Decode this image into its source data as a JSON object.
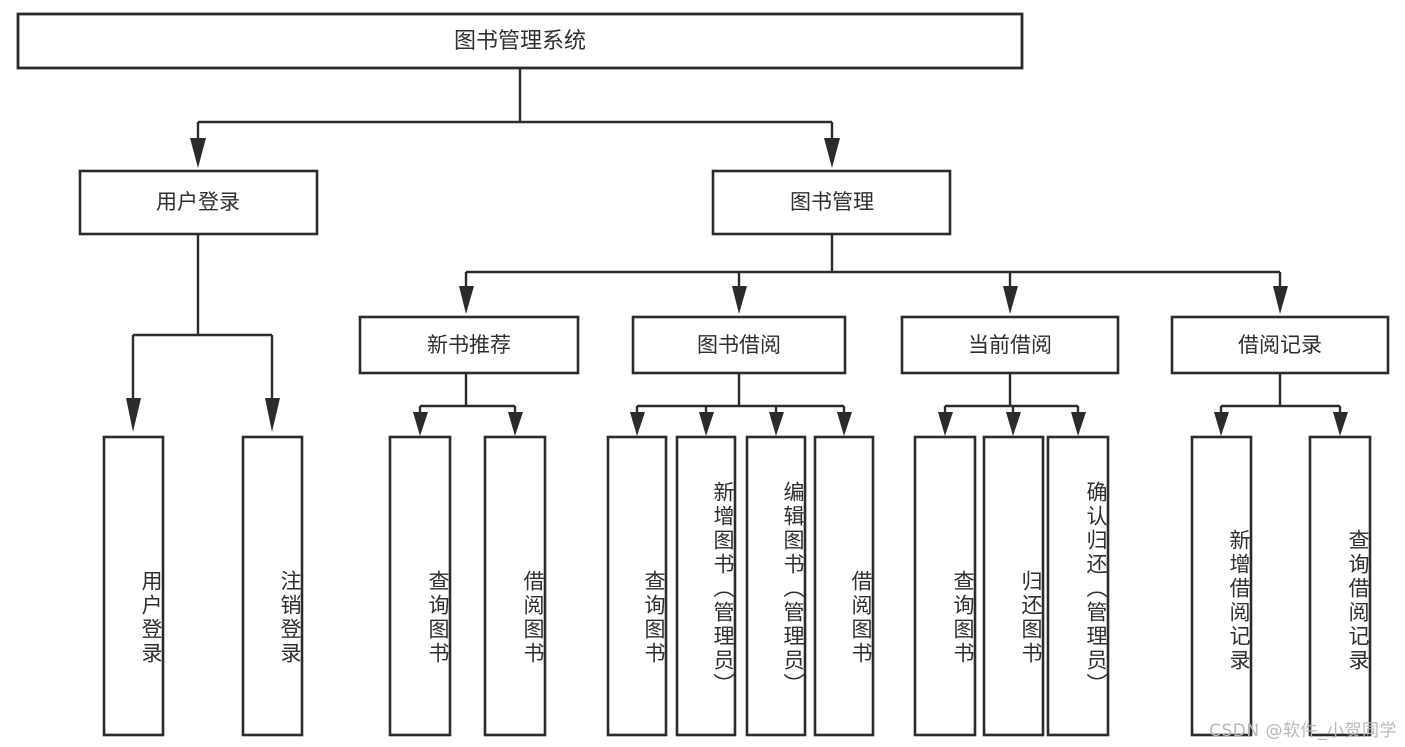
{
  "diagram": {
    "title": "图书管理系统",
    "type": "tree-hierarchy-chart",
    "colors": {
      "background": "#ffffff",
      "box_fill": "#ffffff",
      "box_stroke": "#2b2b2b",
      "text": "#2f2f2f",
      "watermark": "#b8b8b8"
    },
    "watermark": "CSDN @软件_小贺同学",
    "root": {
      "label": "图书管理系统"
    },
    "level2": [
      {
        "id": "user-login",
        "label": "用户登录"
      },
      {
        "id": "book-manage",
        "label": "图书管理"
      }
    ],
    "level3": [
      {
        "id": "new-book-recommend",
        "label": "新书推荐"
      },
      {
        "id": "book-borrow",
        "label": "图书借阅"
      },
      {
        "id": "current-borrow",
        "label": "当前借阅"
      },
      {
        "id": "borrow-record",
        "label": "借阅记录"
      }
    ],
    "leaves": {
      "user_login": [
        {
          "id": "leaf-user-login",
          "label": "用户登录"
        },
        {
          "id": "leaf-logout",
          "label": "注销登录"
        }
      ],
      "new_book_recommend": [
        {
          "id": "leaf-query-book-1",
          "label": "查询图书"
        },
        {
          "id": "leaf-borrow-book-1",
          "label": "借阅图书"
        }
      ],
      "book_borrow": [
        {
          "id": "leaf-query-book-2",
          "label": "查询图书"
        },
        {
          "id": "leaf-add-book",
          "label": "新增图书（管理员）"
        },
        {
          "id": "leaf-edit-book",
          "label": "编辑图书（管理员）"
        },
        {
          "id": "leaf-borrow-book-2",
          "label": "借阅图书"
        }
      ],
      "current_borrow": [
        {
          "id": "leaf-query-book-3",
          "label": "查询图书"
        },
        {
          "id": "leaf-return-book",
          "label": "归还图书"
        },
        {
          "id": "leaf-confirm-return",
          "label": "确认归还（管理员）"
        }
      ],
      "borrow_record": [
        {
          "id": "leaf-add-record",
          "label": "新增借阅记录"
        },
        {
          "id": "leaf-query-record",
          "label": "查询借阅记录"
        }
      ]
    }
  },
  "chart_data": {
    "type": "table",
    "title": "图书管理系统",
    "nodes": [
      {
        "level": 1,
        "label": "图书管理系统",
        "parent": null
      },
      {
        "level": 2,
        "label": "用户登录",
        "parent": "图书管理系统"
      },
      {
        "level": 2,
        "label": "图书管理",
        "parent": "图书管理系统"
      },
      {
        "level": 3,
        "label": "用户登录",
        "parent": "用户登录"
      },
      {
        "level": 3,
        "label": "注销登录",
        "parent": "用户登录"
      },
      {
        "level": 3,
        "label": "新书推荐",
        "parent": "图书管理"
      },
      {
        "level": 3,
        "label": "图书借阅",
        "parent": "图书管理"
      },
      {
        "level": 3,
        "label": "当前借阅",
        "parent": "图书管理"
      },
      {
        "level": 3,
        "label": "借阅记录",
        "parent": "图书管理"
      },
      {
        "level": 4,
        "label": "查询图书",
        "parent": "新书推荐"
      },
      {
        "level": 4,
        "label": "借阅图书",
        "parent": "新书推荐"
      },
      {
        "level": 4,
        "label": "查询图书",
        "parent": "图书借阅"
      },
      {
        "level": 4,
        "label": "新增图书（管理员）",
        "parent": "图书借阅"
      },
      {
        "level": 4,
        "label": "编辑图书（管理员）",
        "parent": "图书借阅"
      },
      {
        "level": 4,
        "label": "借阅图书",
        "parent": "图书借阅"
      },
      {
        "level": 4,
        "label": "查询图书",
        "parent": "当前借阅"
      },
      {
        "level": 4,
        "label": "归还图书",
        "parent": "当前借阅"
      },
      {
        "level": 4,
        "label": "确认归还（管理员）",
        "parent": "当前借阅"
      },
      {
        "level": 4,
        "label": "新增借阅记录",
        "parent": "借阅记录"
      },
      {
        "level": 4,
        "label": "查询借阅记录",
        "parent": "借阅记录"
      }
    ]
  }
}
